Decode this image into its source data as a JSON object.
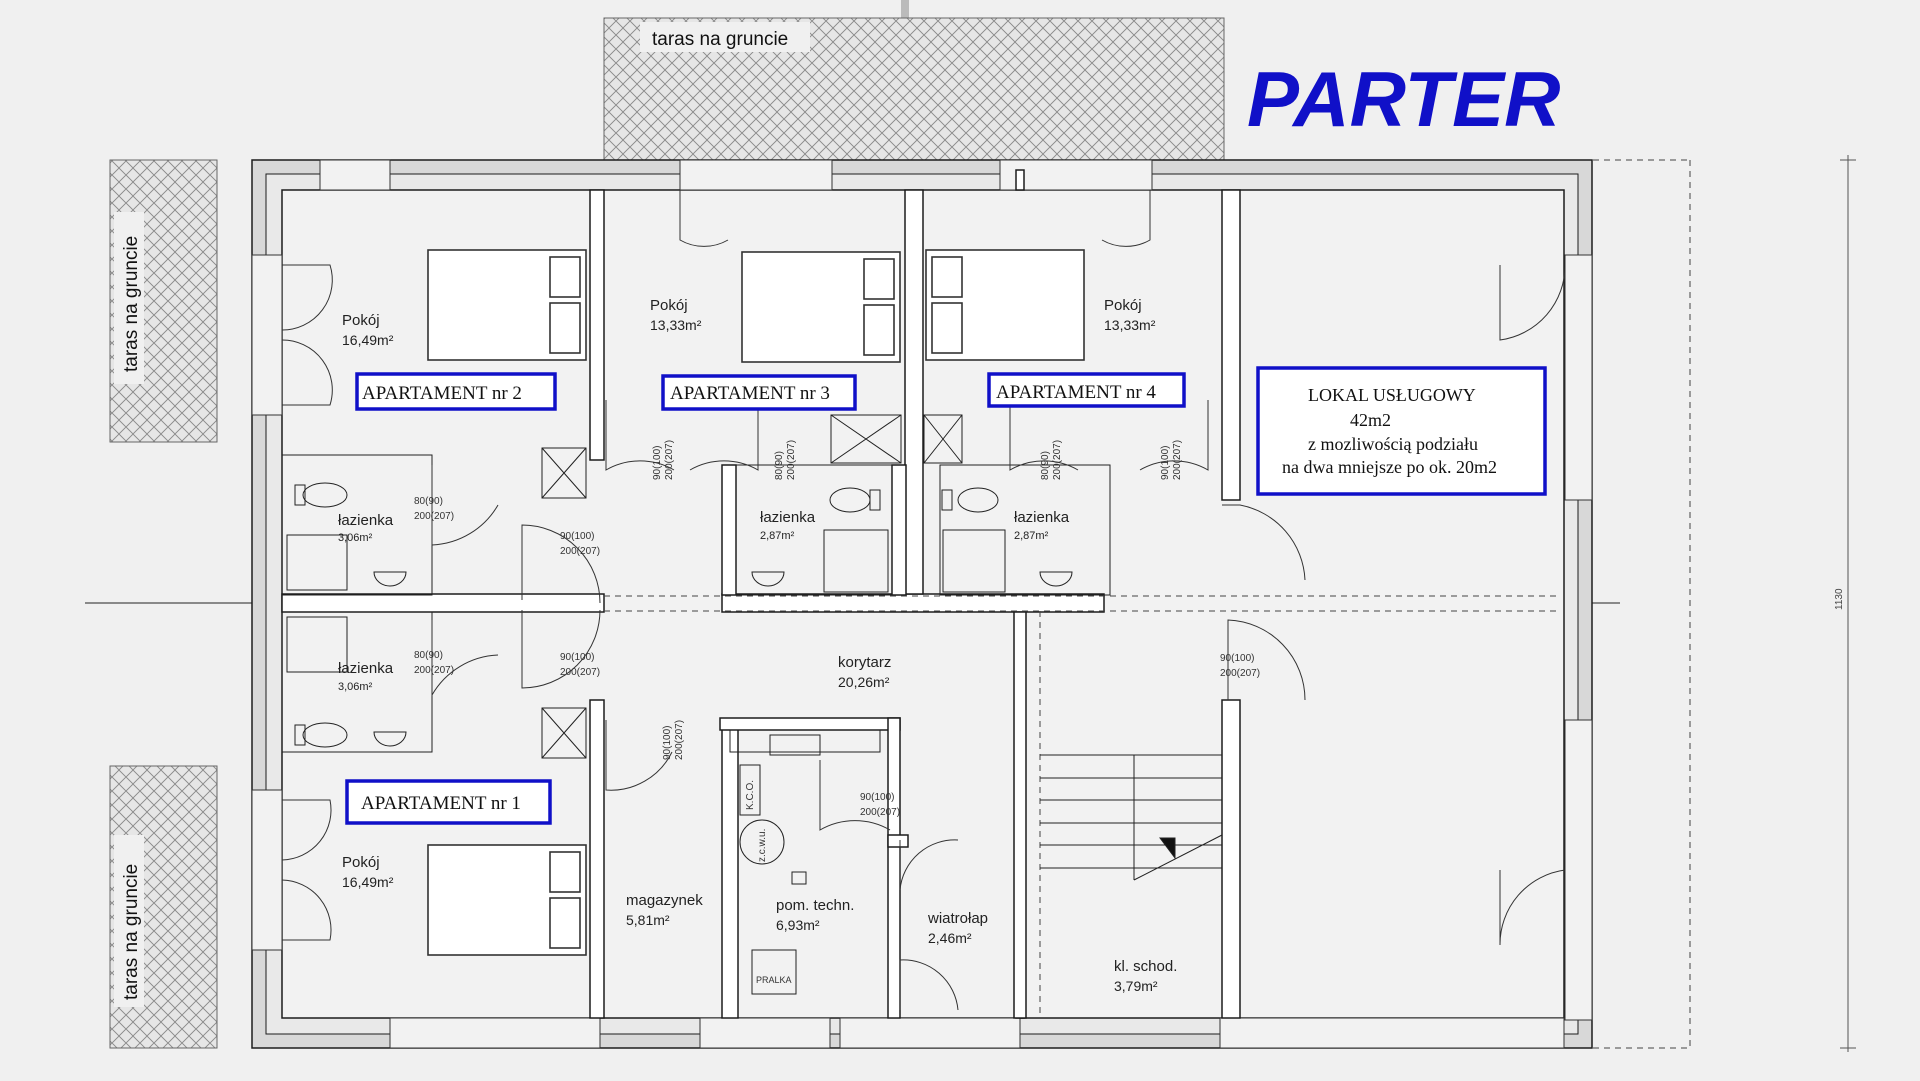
{
  "title": "PARTER",
  "colors": {
    "accent": "#1010c8",
    "wall": "#ffffff",
    "background": "#f0f0f0"
  },
  "terraces": {
    "top": "taras na gruncie",
    "left_top": "taras na gruncie",
    "left_bottom": "taras na gruncie"
  },
  "apartments": {
    "apt1": "APARTAMENT nr 1",
    "apt2": "APARTAMENT nr 2",
    "apt3": "APARTAMENT nr 3",
    "apt4": "APARTAMENT nr 4"
  },
  "lokal": {
    "line1": "LOKAL USŁUGOWY",
    "line2": "42m2",
    "line3": "z mozliwością podziału",
    "line4": "na dwa mniejsze po ok. 20m2"
  },
  "rooms": {
    "pokoj_a2": {
      "name": "Pokój",
      "area": "16,49m²"
    },
    "pokoj_a3": {
      "name": "Pokój",
      "area": "13,33m²"
    },
    "pokoj_a4": {
      "name": "Pokój",
      "area": "13,33m²"
    },
    "pokoj_a1": {
      "name": "Pokój",
      "area": "16,49m²"
    },
    "lazienka_a2": {
      "name": "łazienka",
      "area": "3,06m²"
    },
    "lazienka_a3": {
      "name": "łazienka",
      "area": "2,87m²"
    },
    "lazienka_a4": {
      "name": "łazienka",
      "area": "2,87m²"
    },
    "lazienka_a1": {
      "name": "łazienka",
      "area": "3,06m²"
    },
    "korytarz": {
      "name": "korytarz",
      "area": "20,26m²"
    },
    "magazynek": {
      "name": "magazynek",
      "area": "5,81m²"
    },
    "pom_techn": {
      "name": "pom. techn.",
      "area": "6,93m²"
    },
    "wiatrolap": {
      "name": "wiatrołap",
      "area": "2,46m²"
    },
    "kl_schod": {
      "name": "kl. schod.",
      "area": "3,79m²"
    }
  },
  "equipment": {
    "kco": "K.C.O.",
    "zcwu": "z.c.w.u.",
    "pralka": "PRALKA"
  },
  "door_dims": {
    "d80a": "80(90)",
    "d80b": "200(207)",
    "d90a": "90(100)",
    "d90b": "200(207)"
  },
  "dimension": "1130"
}
